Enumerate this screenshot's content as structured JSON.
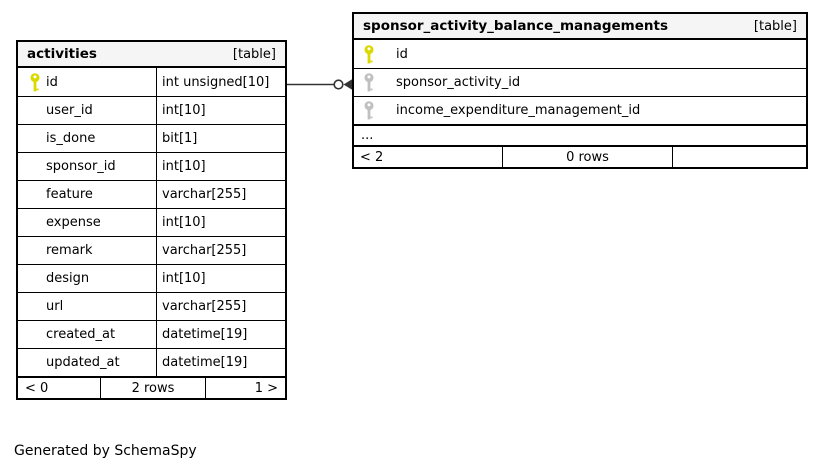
{
  "colors": {
    "primary_key": "#d9d900",
    "foreign_key": "#c0c0c0",
    "header_bg": "#f5f5f5",
    "border": "#000000",
    "connector": "#333333",
    "background": "#ffffff"
  },
  "generated_note": "Generated by SchemaSpy",
  "tables": [
    {
      "name": "activities",
      "tag": "[table]",
      "columns": [
        {
          "name": "id",
          "type": "int unsigned[10]",
          "key": "primary"
        },
        {
          "name": "user_id",
          "type": "int[10]",
          "key": ""
        },
        {
          "name": "is_done",
          "type": "bit[1]",
          "key": ""
        },
        {
          "name": "sponsor_id",
          "type": "int[10]",
          "key": ""
        },
        {
          "name": "feature",
          "type": "varchar[255]",
          "key": ""
        },
        {
          "name": "expense",
          "type": "int[10]",
          "key": ""
        },
        {
          "name": "remark",
          "type": "varchar[255]",
          "key": ""
        },
        {
          "name": "design",
          "type": "int[10]",
          "key": ""
        },
        {
          "name": "url",
          "type": "varchar[255]",
          "key": ""
        },
        {
          "name": "created_at",
          "type": "datetime[19]",
          "key": ""
        },
        {
          "name": "updated_at",
          "type": "datetime[19]",
          "key": ""
        }
      ],
      "footer": {
        "left": "< 0",
        "center": "2 rows",
        "right": "1 >"
      }
    },
    {
      "name": "sponsor_activity_balance_managements",
      "tag": "[table]",
      "columns": [
        {
          "name": "id",
          "key": "primary"
        },
        {
          "name": "sponsor_activity_id",
          "key": "foreign"
        },
        {
          "name": "income_expenditure_management_id",
          "key": "foreign"
        }
      ],
      "ellipsis": "...",
      "footer": {
        "left": "< 2",
        "center": "0 rows",
        "right": ""
      }
    }
  ],
  "relationships": [
    {
      "from_table": "activities",
      "from_column": "id",
      "to_table": "sponsor_activity_balance_managements",
      "to_column": "sponsor_activity_id"
    }
  ]
}
